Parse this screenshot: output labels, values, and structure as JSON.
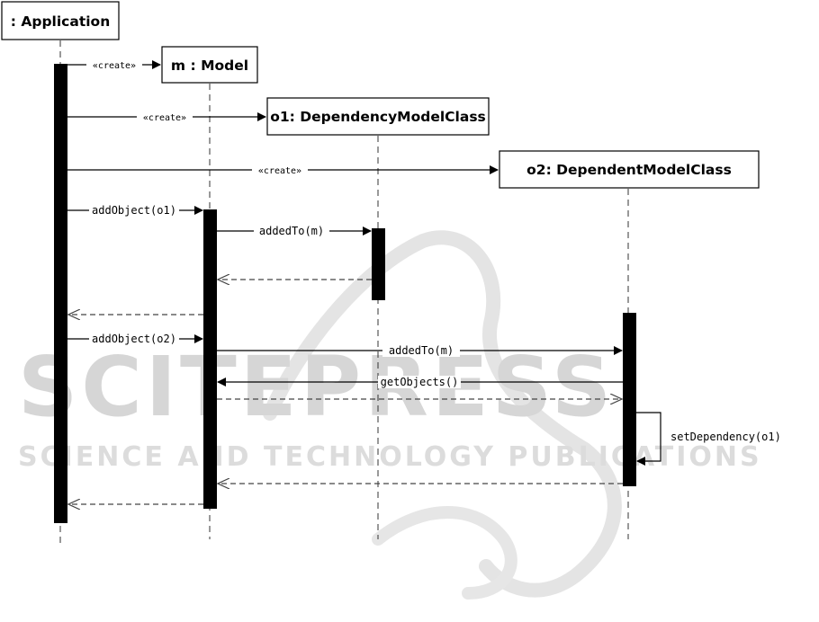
{
  "diagram_type": "UML sequence diagram",
  "participants": [
    {
      "id": "app",
      "label": ": Application"
    },
    {
      "id": "model",
      "label": "m : Model"
    },
    {
      "id": "o1",
      "label": "o1: DependencyModelClass"
    },
    {
      "id": "o2",
      "label": "o2: DependentModelClass"
    }
  ],
  "messages": [
    {
      "from": "app",
      "to": "model",
      "kind": "create",
      "label": "«create»"
    },
    {
      "from": "app",
      "to": "o1",
      "kind": "create",
      "label": "«create»"
    },
    {
      "from": "app",
      "to": "o2",
      "kind": "create",
      "label": "«create»"
    },
    {
      "from": "app",
      "to": "model",
      "kind": "call",
      "label": "addObject(o1)"
    },
    {
      "from": "model",
      "to": "o1",
      "kind": "call",
      "label": "addedTo(m)"
    },
    {
      "from": "o1",
      "to": "model",
      "kind": "return",
      "label": ""
    },
    {
      "from": "model",
      "to": "app",
      "kind": "return",
      "label": ""
    },
    {
      "from": "app",
      "to": "model",
      "kind": "call",
      "label": "addObject(o2)"
    },
    {
      "from": "model",
      "to": "o2",
      "kind": "call",
      "label": "addedTo(m)"
    },
    {
      "from": "o2",
      "to": "model",
      "kind": "call",
      "label": "getObjects()"
    },
    {
      "from": "model",
      "to": "o2",
      "kind": "return",
      "label": ""
    },
    {
      "from": "o2",
      "to": "o2",
      "kind": "self",
      "label": "setDependency(o1)"
    },
    {
      "from": "o2",
      "to": "model",
      "kind": "return",
      "label": ""
    },
    {
      "from": "model",
      "to": "app",
      "kind": "return",
      "label": ""
    }
  ],
  "watermark": {
    "line1": "SCITEPRESS",
    "line2": "SCIENCE AND TECHNOLOGY PUBLICATIONS"
  }
}
